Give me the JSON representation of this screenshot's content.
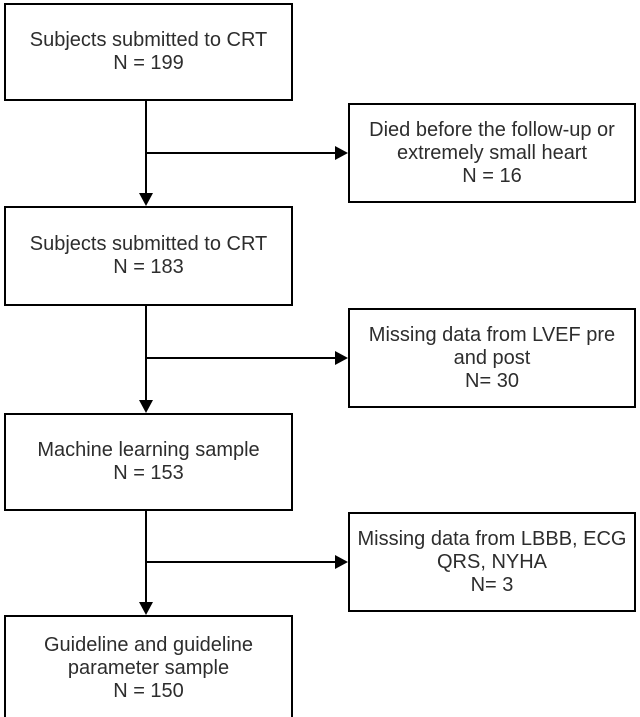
{
  "flow": {
    "type": "flowchart",
    "colors": {
      "background": "#ffffff",
      "box_fill": "#ffffff",
      "box_border": "#000000",
      "connector": "#000000",
      "text": "#2d2d2d"
    },
    "main": [
      {
        "id": "subjects-crt-199",
        "lines": [
          "Subjects submitted to CRT",
          "N = 199"
        ]
      },
      {
        "id": "subjects-crt-183",
        "lines": [
          "Subjects submitted to CRT",
          "N = 183"
        ]
      },
      {
        "id": "ml-sample-153",
        "lines": [
          "Machine learning sample",
          "N = 153"
        ]
      },
      {
        "id": "guideline-150",
        "lines": [
          "Guideline and guideline",
          "parameter sample",
          "N = 150"
        ]
      }
    ],
    "exclusions": [
      {
        "id": "died-16",
        "lines": [
          "Died before the follow-up or",
          "extremely small heart",
          "N = 16"
        ]
      },
      {
        "id": "lvef-30",
        "lines": [
          "Missing data from LVEF pre",
          "and post",
          "N= 30"
        ]
      },
      {
        "id": "lbbb-3",
        "lines": [
          "Missing data from LBBB, ECG",
          "QRS, NYHA",
          "N= 3"
        ]
      }
    ],
    "edges": [
      {
        "from": "subjects-crt-199",
        "to": "subjects-crt-183",
        "branch_to": "died-16"
      },
      {
        "from": "subjects-crt-183",
        "to": "ml-sample-153",
        "branch_to": "lvef-30"
      },
      {
        "from": "ml-sample-153",
        "to": "guideline-150",
        "branch_to": "lbbb-3"
      }
    ]
  }
}
